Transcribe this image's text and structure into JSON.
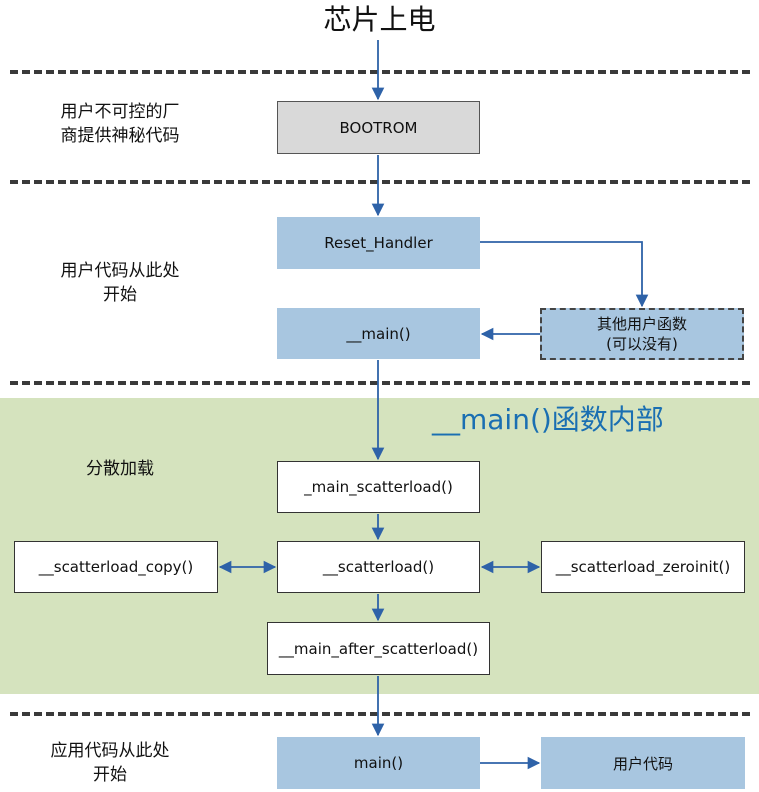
{
  "title": "芯片上电",
  "sections": {
    "bootrom_label_line1": "用户不可控的厂",
    "bootrom_label_line2": "商提供神秘代码",
    "user_start_label_line1": "用户代码从此处",
    "user_start_label_line2": "开始",
    "scatter_label": "分散加载",
    "app_label_line1": "应用代码从此处",
    "app_label_line2": "开始"
  },
  "region_title": "__main()函数内部",
  "boxes": {
    "bootrom": "BOOTROM",
    "reset_handler": "Reset_Handler",
    "main_entry": "__main()",
    "other_user_line1": "其他用户函数",
    "other_user_line2": "(可以没有)",
    "main_scatterload": "_main_scatterload()",
    "scatterload": "__scatterload()",
    "scatterload_copy": "__scatterload_copy()",
    "scatterload_zeroinit": "__scatterload_zeroinit()",
    "main_after_scatterload": "__main_after_scatterload()",
    "main_func": "main()",
    "user_code": "用户代码"
  },
  "colors": {
    "arrow": "#2e62a8",
    "blue_box": "#a8c6e0",
    "gray_box": "#d9d9d9",
    "green_region": "#d5e3be",
    "region_title": "#1a6fb2"
  }
}
